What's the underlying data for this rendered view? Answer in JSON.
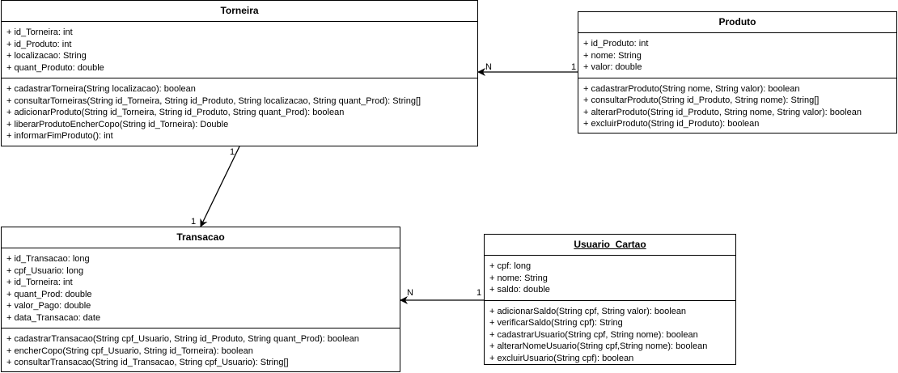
{
  "classes": {
    "torneira": {
      "name": "Torneira",
      "attributes": [
        "+ id_Torneira: int",
        "+ id_Produto: int",
        "+ localizacao: String",
        "+ quant_Produto: double"
      ],
      "methods": [
        "+ cadastrarTorneira(String localizacao): boolean",
        "+ consultarTorneiras(String id_Torneira, String id_Produto, String localizacao, String quant_Prod): String[]",
        "+ adicionarProduto(String id_Torneira, String id_Produto, String quant_Prod): boolean",
        "+ liberarProdutoEncherCopo(String id_Torneira): Double",
        "+ informarFimProduto(): int"
      ]
    },
    "produto": {
      "name": "Produto",
      "attributes": [
        "+ id_Produto: int",
        "+ nome: String",
        "+ valor: double"
      ],
      "methods": [
        "+ cadastrarProduto(String nome, String valor): boolean",
        "+ consultarProduto(String id_Produto, String nome): String[]",
        "+ alterarProduto(String id_Produto, String nome, String valor): boolean",
        "+ excluirProduto(String id_Produto): boolean"
      ]
    },
    "transacao": {
      "name": "Transacao",
      "attributes": [
        "+ id_Transacao: long",
        "+ cpf_Usuario: long",
        "+ id_Torneira: int",
        "+ quant_Prod: double",
        "+ valor_Pago: double",
        "+ data_Transacao: date"
      ],
      "methods": [
        "+ cadastrarTransacao(String cpf_Usuario, String id_Produto, String quant_Prod): boolean",
        "+ encherCopo(String cpf_Usuario, String id_Torneira): boolean",
        "+ consultarTransacao(String id_Transacao, String cpf_Usuario): String[]"
      ]
    },
    "usuario_cartao": {
      "name": "Usuario_Cartao",
      "attributes": [
        "+ cpf: long",
        "+ nome: String",
        "+ saldo: double"
      ],
      "methods": [
        "+ adicionarSaldo(String cpf, String valor): boolean",
        "+ verificarSaldo(String cpf): String",
        "+ cadastrarUsuario(String cpf, String nome): boolean",
        "+ alterarNomeUsuario(String cpf,String nome): boolean",
        "+ excluirUsuario(String cpf): boolean"
      ]
    }
  },
  "associations": {
    "produto_torneira": {
      "source_mult": "1",
      "target_mult": "N"
    },
    "torneira_transacao": {
      "source_mult": "1",
      "target_mult": "1"
    },
    "usuario_transacao": {
      "source_mult": "1",
      "target_mult": "N"
    }
  }
}
